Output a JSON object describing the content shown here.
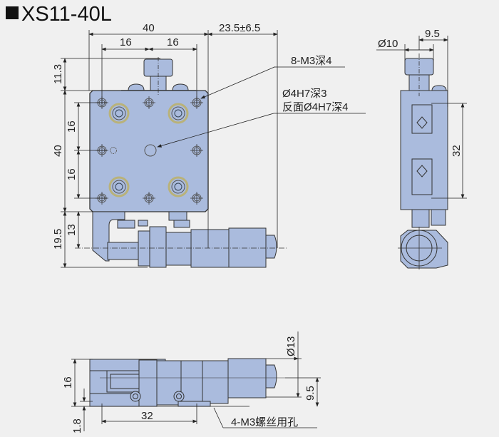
{
  "title": "XS11-40L",
  "colors": {
    "background": "#f0f0f0",
    "part_fill": "#aabbdd",
    "part_fill_dark": "#98aacc",
    "outline": "#333333",
    "screw_ring": "#b9b27a",
    "dimension_line": "#222222"
  },
  "top_view": {
    "dims": {
      "width_total": "40",
      "hole_spacing_left": "16",
      "hole_spacing_right": "16",
      "travel": "23.5±6.5",
      "knob_offset": "11.3",
      "height_total": "40",
      "hole_v_upper": "16",
      "hole_v_lower": "16",
      "micrometer_axis_outer": "19.5",
      "micrometer_axis_inner": "13"
    },
    "notes": {
      "threaded_holes": "8-M3深4",
      "pin_hole_line1": "Ø4H7深3",
      "pin_hole_line2": "反面Ø4H7深4"
    }
  },
  "side_view": {
    "dims": {
      "knob_diameter": "Ø10",
      "knob_offset": "9.5",
      "rail_spacing": "32"
    }
  },
  "front_view": {
    "dims": {
      "height": "16",
      "base_step": "1.8",
      "hole_spacing": "32",
      "micrometer_diameter": "Ø13",
      "axis_height": "9.5"
    },
    "notes": {
      "mounting_holes": "4-M3螺丝用孔"
    }
  }
}
